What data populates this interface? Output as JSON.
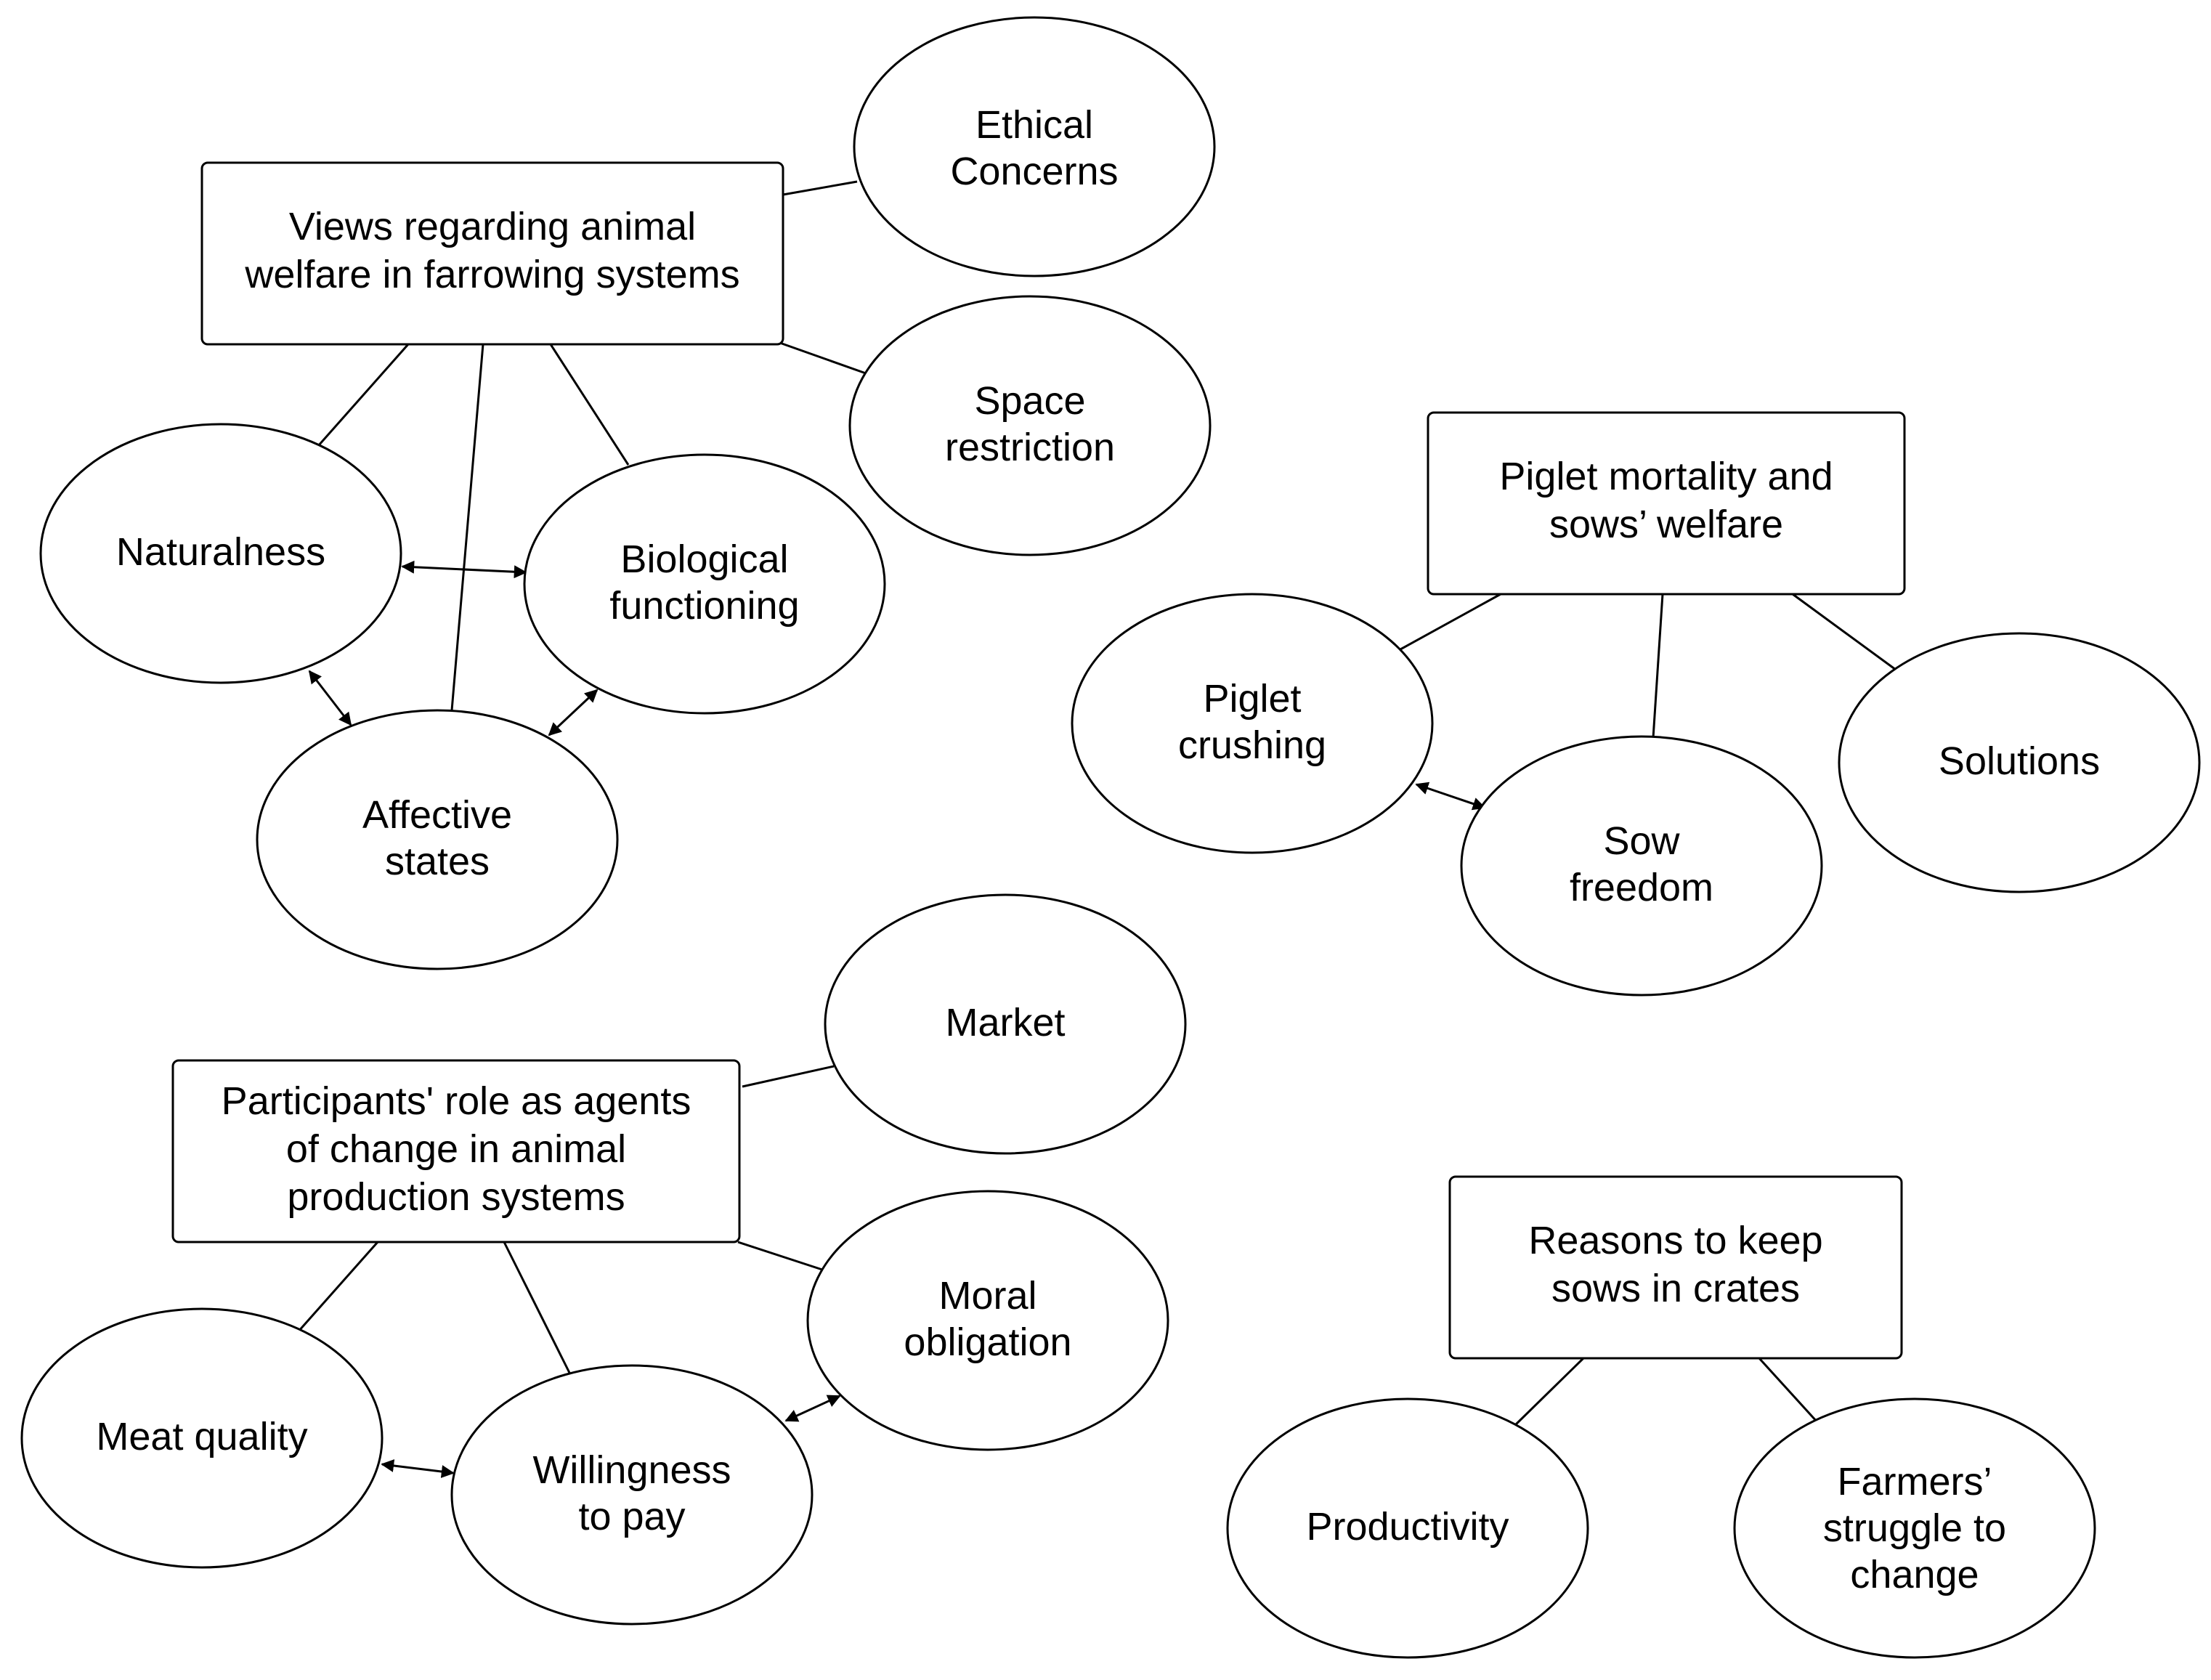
{
  "themes": {
    "welfare_views": {
      "title": [
        "Views regarding animal",
        "welfare in farrowing systems"
      ]
    },
    "piglet_mortality": {
      "title": [
        "Piglet mortality and",
        "sows’ welfare"
      ]
    },
    "agents_of_change": {
      "title": [
        "Participants' role as agents",
        "of change in animal",
        "production systems"
      ]
    },
    "crate_reasons": {
      "title": [
        "Reasons to keep",
        "sows in crates"
      ]
    }
  },
  "subthemes": {
    "ethical_concerns": [
      "Ethical",
      "Concerns"
    ],
    "space_restriction": [
      "Space",
      "restriction"
    ],
    "naturalness": [
      "Naturalness"
    ],
    "biological_functioning": [
      "Biological",
      "functioning"
    ],
    "affective_states": [
      "Affective",
      "states"
    ],
    "piglet_crushing": [
      "Piglet",
      "crushing"
    ],
    "sow_freedom": [
      "Sow",
      "freedom"
    ],
    "solutions": [
      "Solutions"
    ],
    "market": [
      "Market"
    ],
    "moral_obligation": [
      "Moral",
      "obligation"
    ],
    "meat_quality": [
      "Meat quality"
    ],
    "willingness_to_pay": [
      "Willingness",
      "to pay"
    ],
    "productivity": [
      "Productivity"
    ],
    "farmers_struggle": [
      "Farmers’",
      "struggle to",
      "change"
    ]
  }
}
